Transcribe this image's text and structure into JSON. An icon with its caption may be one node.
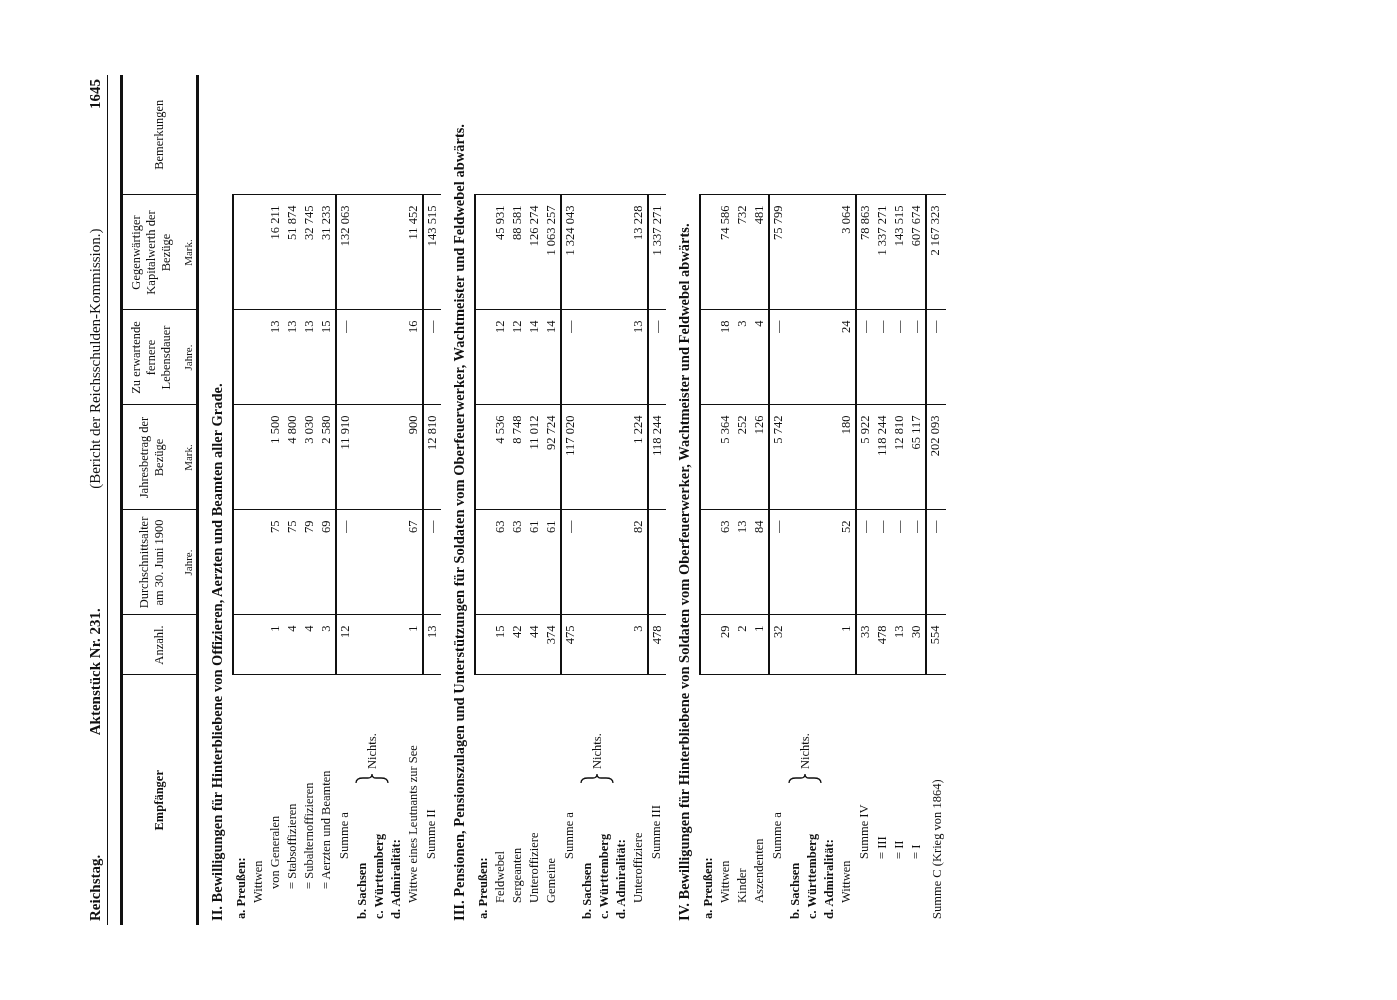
{
  "diagram": {
    "labels": [
      "Reichstag.",
      "Aktenstück Nr. 231.",
      "(Bericht der Reichsschulden-Kommission.)",
      "1645",
      "Empfänger",
      "Anzahl.",
      "Durchschnittsalter am 30. Juni 1900",
      "Jahre.",
      "Jahresbetrag der Bezüge",
      "Mark.",
      "Zu erwartende fernere Lebensdauer",
      "Jahre.",
      "Gegenwärtiger Kapitalwerth der Bezüge",
      "Mark.",
      "Bemerkungen",
      "II. Bewilligungen für Hinterbliebene von Offizieren, Aerzten und Beamten aller Grade.",
      "a. Preußen:",
      "Wittwen",
      "von Generalen",
      "1",
      "75",
      "1 500",
      "13",
      "16 211",
      "= Stabsoffizieren",
      "4",
      "75",
      "4 800",
      "13",
      "51 874",
      "= Subalternoffizieren",
      "4",
      "79",
      "3 030",
      "13",
      "32 745",
      "= Aerzten und Beamten",
      "3",
      "69",
      "2 580",
      "15",
      "31 233",
      "Summe a",
      "12",
      "—",
      "11 910",
      "—",
      "132 063",
      "b. Sachsen",
      "c. Württemberg",
      "Nichts.",
      "d. Admiralität:",
      "Wittwe eines Leutnants zur See",
      "1",
      "67",
      "900",
      "16",
      "11 452",
      "Summe II",
      "13",
      "—",
      "12 810",
      "—",
      "143 515",
      "III. Pensionen, Pensionszulagen und Unterstützungen für Soldaten vom Oberfeuerwerker, Wachtmeister und Feldwebel abwärts.",
      "a. Preußen:",
      "Feldwebel",
      "15",
      "63",
      "4 536",
      "12",
      "45 931",
      "Sergeanten",
      "42",
      "63",
      "8 748",
      "12",
      "88 581",
      "Unteroffiziere",
      "44",
      "61",
      "11 012",
      "14",
      "126 274",
      "Gemeine",
      "374",
      "61",
      "92 724",
      "14",
      "1 063 257",
      "Summe a",
      "475",
      "—",
      "117 020",
      "—",
      "1 324 043",
      "b. Sachsen",
      "c. Württemberg",
      "Nichts.",
      "d. Admiralität:",
      "Unteroffiziere",
      "3",
      "82",
      "1 224",
      "13",
      "13 228",
      "Summe III",
      "478",
      "118 244",
      "—",
      "1 337 271",
      "IV. Bewilligungen für Hinterbliebene von Soldaten vom Oberfeuerwerker, Wachtmeister und Feldwebel abwärts.",
      "a. Preußen:",
      "Wittwen",
      "29",
      "63",
      "5 364",
      "18",
      "74 586",
      "Kinder",
      "2",
      "13",
      "252",
      "3",
      "732",
      "Aszendenten",
      "1",
      "84",
      "126",
      "4",
      "481",
      "Summe a",
      "32",
      "—",
      "5 742",
      "—",
      "75 799",
      "b. Sachsen",
      "c. Württemberg",
      "Nichts.",
      "d. Admiralität:",
      "Wittwen",
      "1",
      "52",
      "180",
      "24",
      "3 064",
      "Summe IV",
      "33",
      "—",
      "5 922",
      "—",
      "78 863",
      "= III",
      "478",
      "—",
      "118 244",
      "—",
      "1 337 271",
      "= II",
      "13",
      "—",
      "12 810",
      "—",
      "143 515",
      "= I",
      "30",
      "—",
      "65 117",
      "—",
      "607 674",
      "Summe C (Krieg von 1864)",
      "554",
      "—",
      "202 093",
      "—",
      "2 167 323"
    ]
  }
}
